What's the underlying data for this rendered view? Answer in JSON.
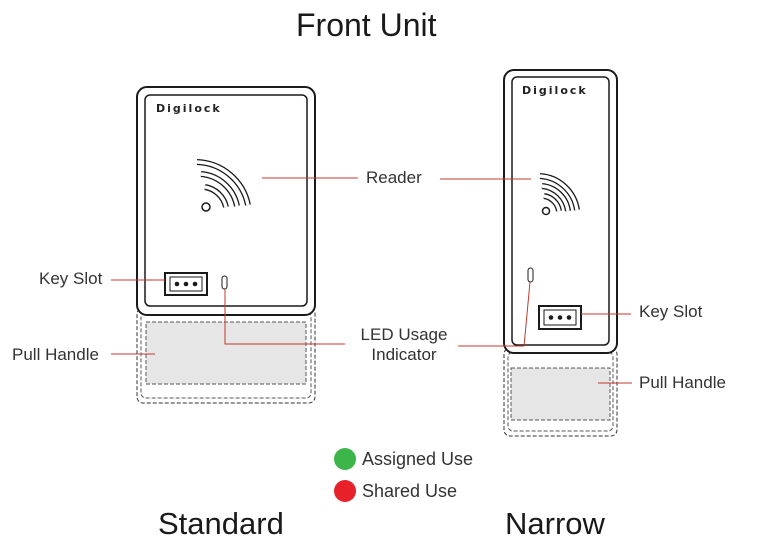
{
  "title": "Front Unit",
  "brand": "Digilock",
  "units": {
    "standard": {
      "name": "Standard",
      "labels": {
        "key_slot": "Key Slot",
        "pull_handle": "Pull Handle"
      }
    },
    "narrow": {
      "name": "Narrow",
      "labels": {
        "key_slot": "Key Slot",
        "pull_handle": "Pull Handle"
      }
    }
  },
  "shared_labels": {
    "reader": "Reader",
    "led_line1": "LED Usage",
    "led_line2": "Indicator"
  },
  "legend": [
    {
      "label": "Assigned Use",
      "color": "#3cb54a"
    },
    {
      "label": "Shared Use",
      "color": "#e8202a"
    }
  ],
  "colors": {
    "outline": "#1a1a1a",
    "leader": "#c0392b",
    "handle_fill": "#e6e6e6"
  }
}
